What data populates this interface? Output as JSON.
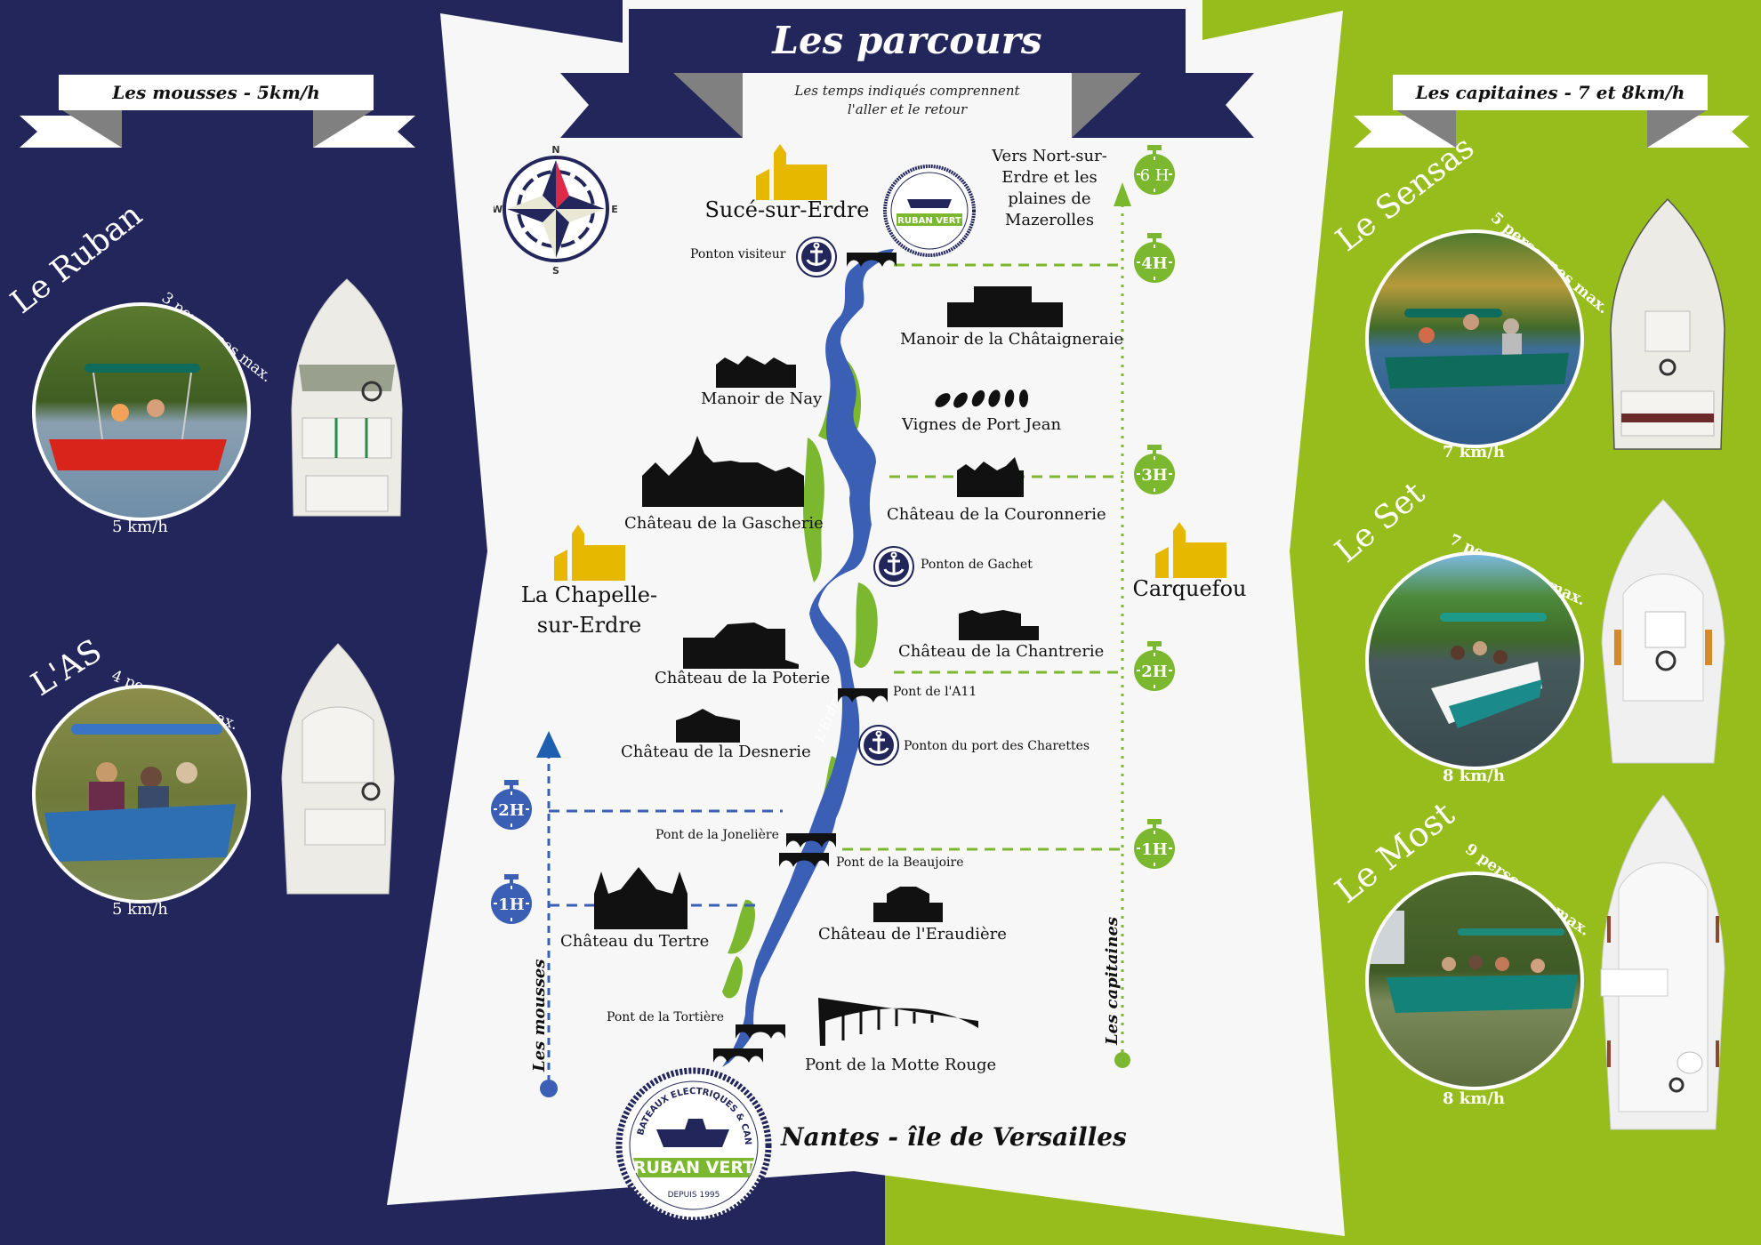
{
  "colors": {
    "navy": "#22265b",
    "green": "#96bd1c",
    "paper": "#f7f7f7",
    "river": "#3a5fb5",
    "island": "#7cb82f",
    "town_gold": "#e6b800",
    "ribbon_shadow": "#808080"
  },
  "header": {
    "title": "Les parcours",
    "subtitle_line1": "Les temps indiqués comprennent",
    "subtitle_line2": "l'aller et le retour"
  },
  "left_panel": {
    "banner": "Les mousses - 5km/h",
    "boats": [
      {
        "name": "Le Ruban",
        "capacity": "3 personnes max.",
        "speed": "5 km/h",
        "hull_color": "#d9241c"
      },
      {
        "name": "L'AS",
        "capacity": "4 personnes max.",
        "speed": "5 km/h",
        "hull_color": "#2e6fb3"
      }
    ]
  },
  "right_panel": {
    "banner": "Les capitaines - 7 et 8km/h",
    "boats": [
      {
        "name": "Le Sensas",
        "capacity": "5 personnes max.",
        "speed": "7 km/h",
        "hull_color": "#0f6b5c"
      },
      {
        "name": "Le Set",
        "capacity": "7 personnes max.",
        "speed": "8 km/h",
        "hull_color": "#1b8a8a"
      },
      {
        "name": "Le Most",
        "capacity": "9 personnes max.",
        "speed": "8 km/h",
        "hull_color": "#13837a"
      }
    ]
  },
  "compass": {
    "n": "N",
    "s": "S",
    "e": "E",
    "w": "W"
  },
  "map": {
    "towns": {
      "suce": "Sucé-sur-Erdre",
      "chapelle_line1": "La Chapelle-",
      "chapelle_line2": "sur-Erdre",
      "carquefou": "Carquefou",
      "nantes": "Nantes - île de Versailles"
    },
    "north_note": [
      "Vers Nort-sur-",
      "Erdre et les",
      "plaines de",
      "Mazerolles"
    ],
    "river_name": "L'Erdre",
    "landmarks": {
      "chataigneraie": "Manoir de la Châtaigneraie",
      "nay": "Manoir de Nay",
      "vignes": "Vignes de Port Jean",
      "gascherie": "Château de la Gascherie",
      "couronnerie": "Château de la Couronnerie",
      "chantrerie": "Château de la Chantrerie",
      "poterie": "Château de la Poterie",
      "desnerie": "Château de la Desnerie",
      "tertre": "Château du Tertre",
      "eraudiere": "Château de l'Eraudière",
      "motte_rouge": "Pont de la Motte Rouge"
    },
    "pontons": {
      "visiteur": "Ponton visiteur",
      "gachet": "Ponton de Gachet",
      "charettes": "Ponton du port des Charettes"
    },
    "bridges": {
      "a11": "Pont de l'A11",
      "joneliere": "Pont de la Jonelière",
      "beaujoire": "Pont de la Beaujoire",
      "tortiere": "Pont de la Tortière"
    }
  },
  "timelines": {
    "mousses": {
      "label": "Les mousses",
      "marks": [
        "2H",
        "1H"
      ]
    },
    "capitaines": {
      "label": "Les capitaines",
      "marks": [
        "6 H",
        "4H",
        "3H",
        "2H",
        "1H"
      ]
    }
  },
  "logo": {
    "brand": "RUBAN VERT",
    "arc_text": "BATEAUX ELECTRIQUES & CANOËS",
    "since": "DEPUIS 1995"
  }
}
